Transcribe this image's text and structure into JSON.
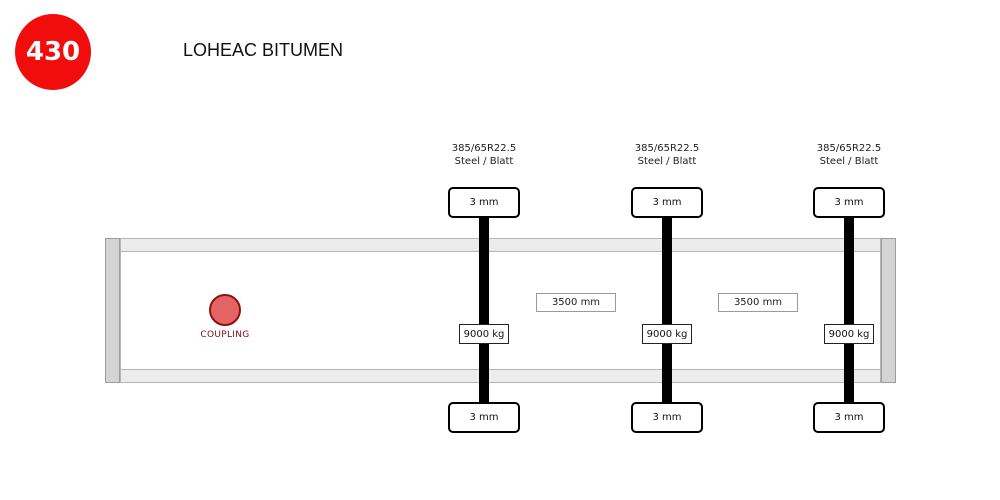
{
  "header": {
    "badge_number": "430",
    "title": "LOHEAC BITUMEN",
    "badge_color": "#f20d0d"
  },
  "coupling": {
    "label": "COUPLING",
    "color": "#e26464"
  },
  "axles": [
    {
      "tyre_size": "385/65R22.5",
      "tyre_type": "Steel / Blatt",
      "tread_top": "3 mm",
      "tread_bottom": "3 mm",
      "load": "9000 kg"
    },
    {
      "tyre_size": "385/65R22.5",
      "tyre_type": "Steel / Blatt",
      "tread_top": "3 mm",
      "tread_bottom": "3 mm",
      "load": "9000 kg"
    },
    {
      "tyre_size": "385/65R22.5",
      "tyre_type": "Steel / Blatt",
      "tread_top": "3 mm",
      "tread_bottom": "3 mm",
      "load": "9000 kg"
    }
  ],
  "spacings": [
    "3500 mm",
    "3500 mm"
  ]
}
